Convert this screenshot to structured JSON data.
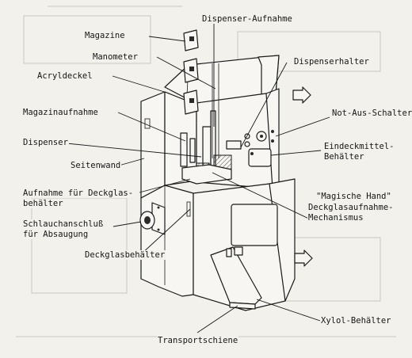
{
  "labels": {
    "magazine": "Magazine",
    "manometer": "Manometer",
    "acryldeckel": "Acryldeckel",
    "magazinaufnahme": "Magazinaufnahme",
    "dispenser": "Dispenser",
    "seitenwand": "Seitenwand",
    "aufnahme_line1": "Aufnahme für Deckglas-",
    "aufnahme_line2": "behälter",
    "schlauch_line1": "Schlauchanschluß",
    "schlauch_line2": "für Absaugung",
    "deckglasbehaelter": "Deckglasbehälter",
    "transportschiene": "Transportschiene",
    "dispenser_aufnahme": "Dispenser-Aufnahme",
    "dispenserhalter": "Dispenserhalter",
    "not_aus": "Not-Aus-Schalter",
    "eindeck_line1": "Eindeckmittel-",
    "eindeck_line2": "Behälter",
    "magische_line1": "\"Magische Hand\"",
    "magische_line2": "Deckglasaufnahme-",
    "magische_line3": "Mechanismus",
    "xylol": "Xylol-Behälter"
  }
}
